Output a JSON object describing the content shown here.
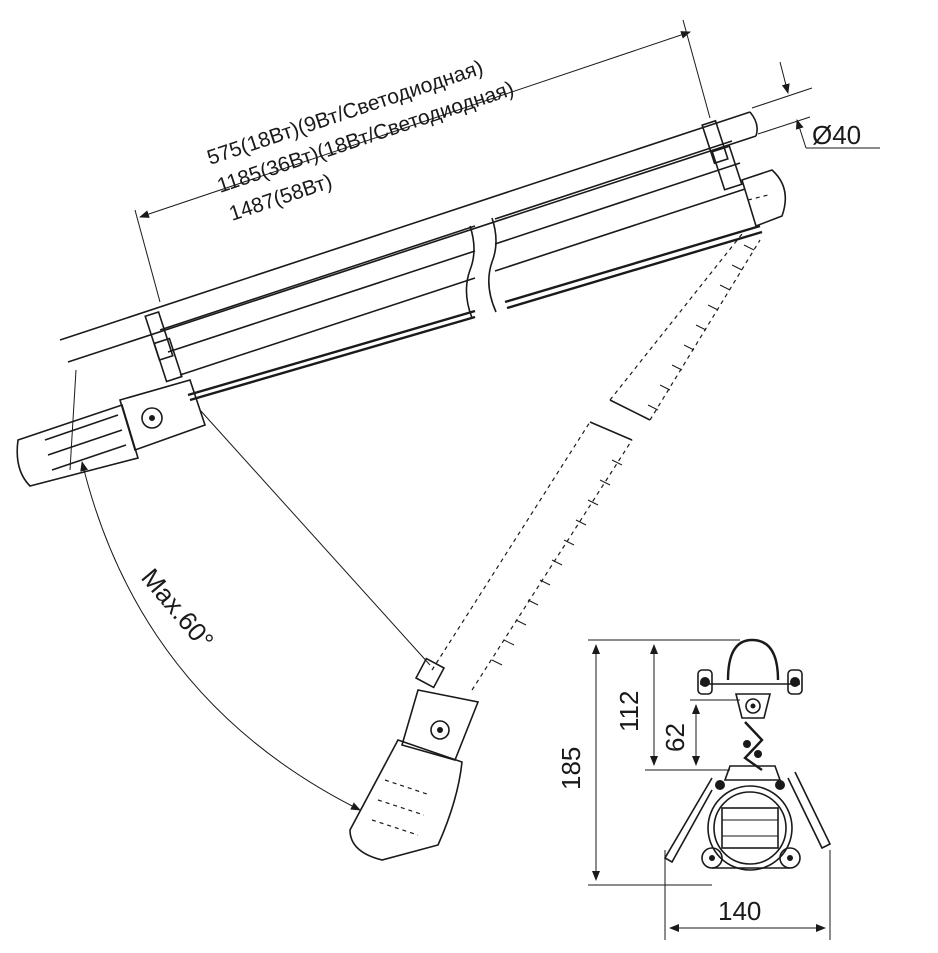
{
  "length_labels": {
    "line1": "575(18Вт)(9Вт/Светодиодная)",
    "line2": "1185(36Вт)(18Вт/Светодиодная)",
    "line3": "1487(58Вт)"
  },
  "diameter_label": "Ø40",
  "angle_label": "Max.60°",
  "side_view": {
    "height_total": "185",
    "height_upper": "112",
    "height_hook": "62",
    "width": "140"
  }
}
